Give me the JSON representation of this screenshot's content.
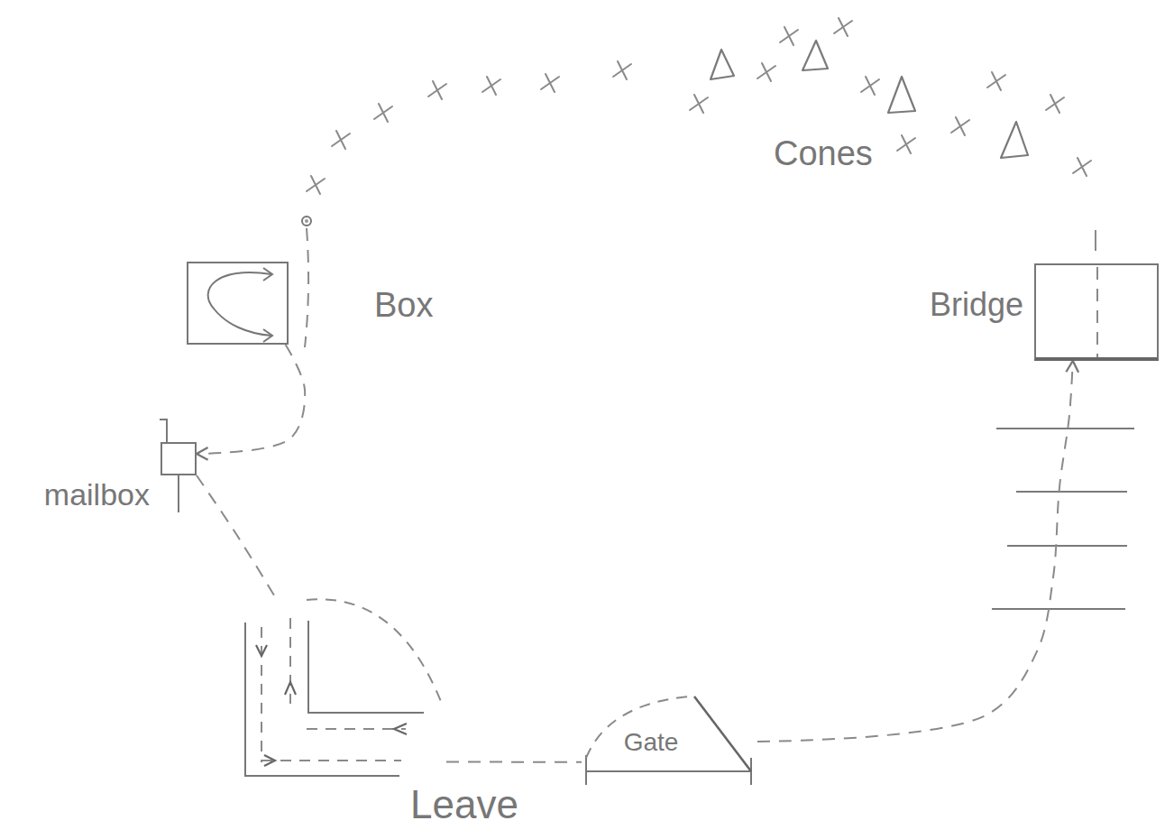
{
  "diagram": {
    "nodes": [
      {
        "text": [
          "Box"
        ]
      },
      {
        "text": [
          "mailbox"
        ]
      },
      {
        "text": [
          "Leave"
        ]
      },
      {
        "text": [
          "Gate"
        ]
      },
      {
        "text": [
          "Bridge"
        ]
      }
    ],
    "edges": [
      {
        "from": 0,
        "to": 1,
        "arrow": "to"
      },
      {
        "from": 1,
        "to": 2,
        "arrow": "none"
      },
      {
        "from": 2,
        "to": 3,
        "arrow": "none"
      },
      {
        "from": 3,
        "to": 4,
        "arrow": "to"
      }
    ],
    "labels": [
      "Cones"
    ]
  }
}
